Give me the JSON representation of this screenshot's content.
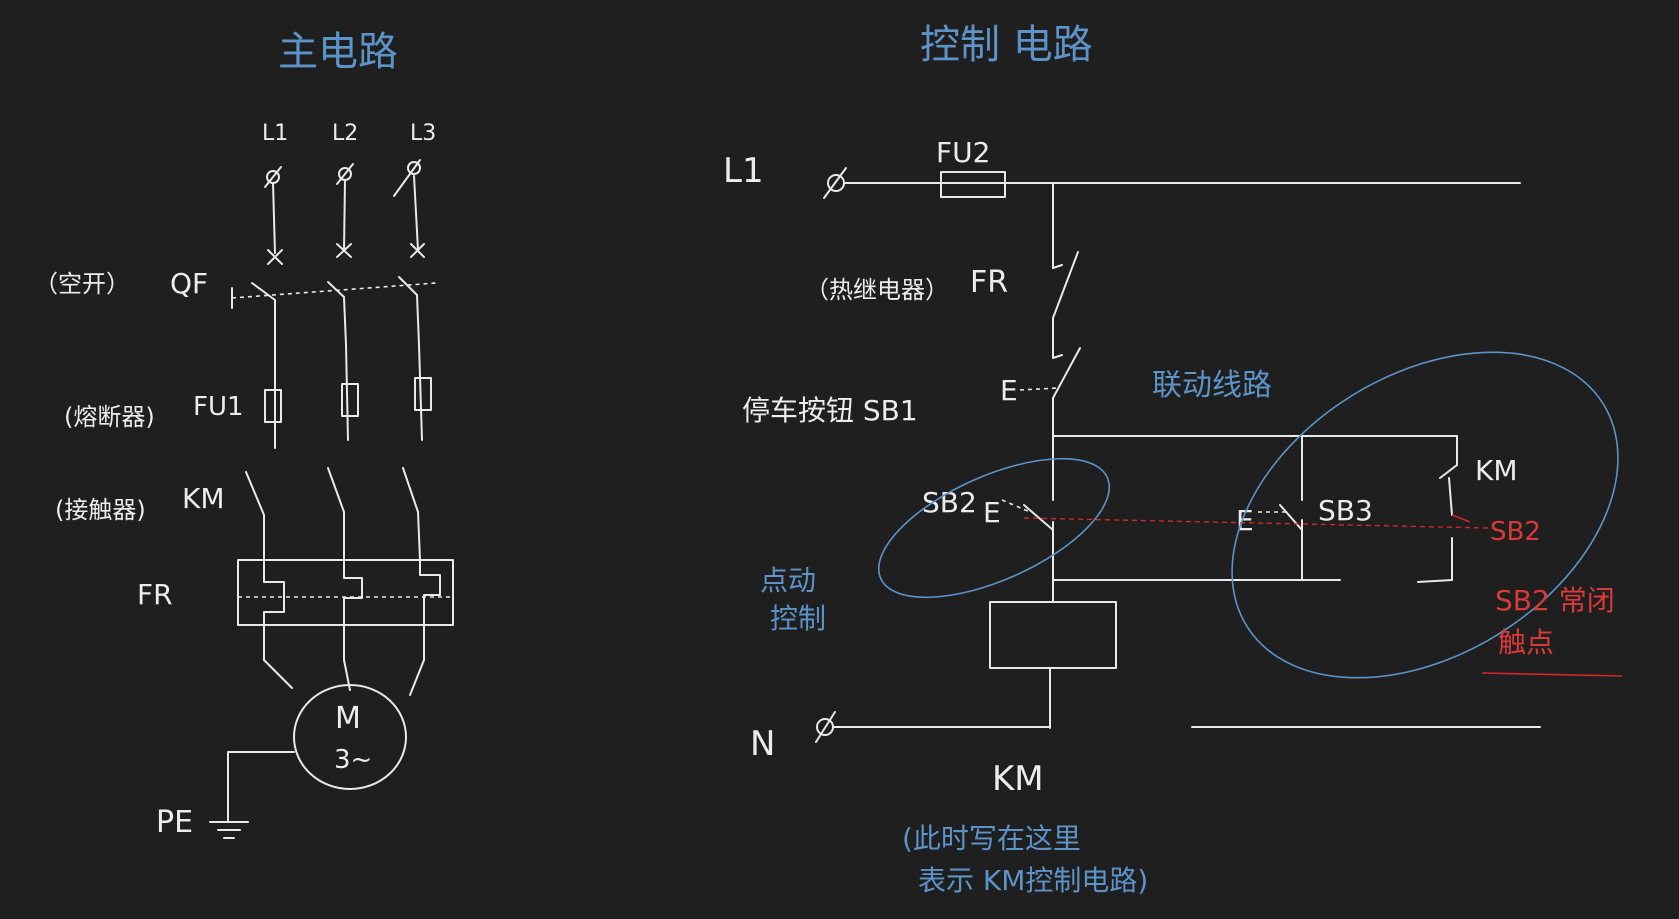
{
  "colors": {
    "background": "#1f1f1f",
    "wire": "#e9e9e9",
    "annotation_blue": "#5c93c8",
    "annotation_red": "#d3262d"
  },
  "main_circuit": {
    "title": "主电路",
    "phases": [
      "L1",
      "L2",
      "L3"
    ],
    "breaker_note": "（空开）",
    "breaker_label": "QF",
    "fuse_note": "(熔断器)",
    "fuse_label": "FU1",
    "contactor_note": "(接触器)",
    "contactor_label": "KM",
    "overload_label": "FR",
    "motor_label": "M",
    "motor_phase": "3~",
    "ground_label": "PE"
  },
  "control_circuit": {
    "title": "控制 电路",
    "line_label": "L1",
    "neutral_label": "N",
    "fuse_label": "FU2",
    "relay_note": "（热继电器）",
    "relay_label": "FR",
    "stop_button_text": "停车按钮 SB1",
    "actuator_e": "E",
    "sb2_label": "SB2",
    "sb3_label": "SB3",
    "km_aux_label": "KM",
    "sb2_nc_label": "SB2",
    "coil_label": "KM",
    "linked_circuit_note": "联动线路",
    "jog_note_1": "点动",
    "jog_note_2": "控制",
    "sb2_nc_note_1": "SB2 常闭",
    "sb2_nc_note_2": "触点",
    "footnote_1": "(此时写在这里",
    "footnote_2": "表示 KM控制电路)"
  }
}
